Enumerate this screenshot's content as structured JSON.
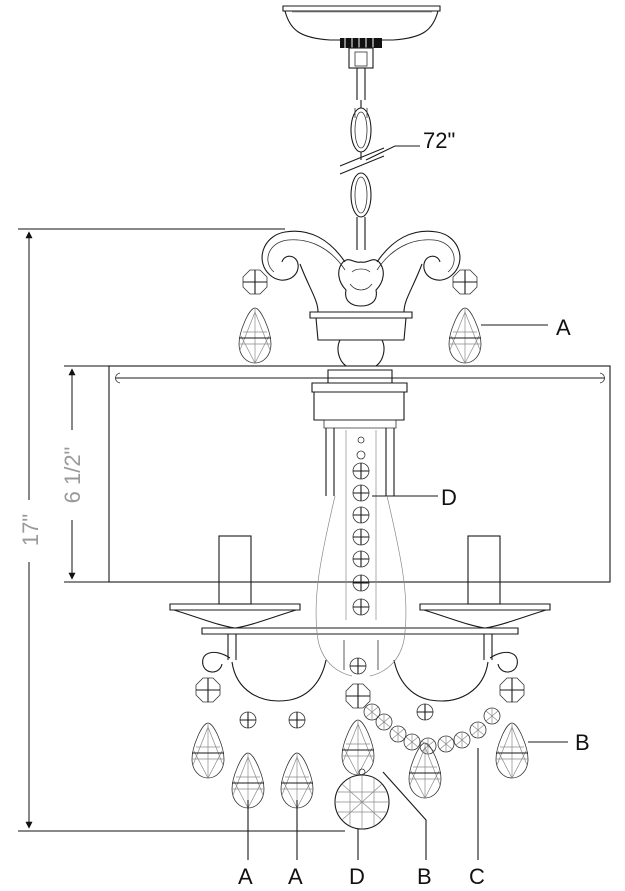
{
  "dimensions": {
    "chain_length": "72\"",
    "overall_height": "17\"",
    "shade_height": "6 1/2\""
  },
  "labels": {
    "a_upper_right": "A",
    "d_stem": "D",
    "b_right": "B",
    "bottom": [
      "A",
      "A",
      "D",
      "B",
      "C"
    ]
  }
}
